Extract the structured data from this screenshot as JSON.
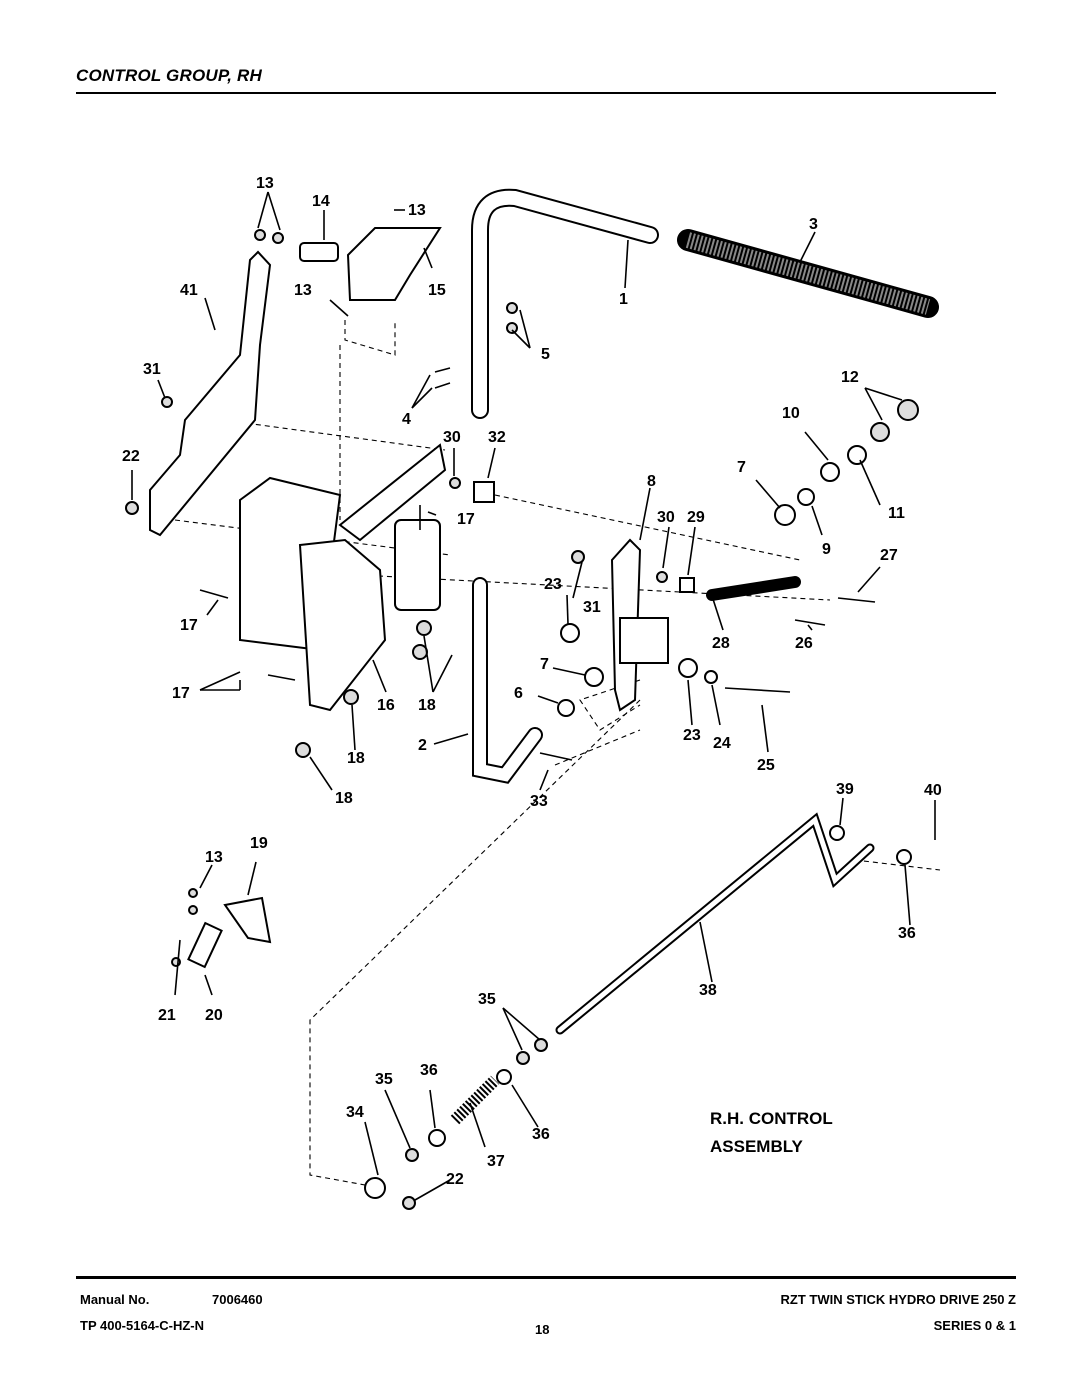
{
  "header": {
    "title": "CONTROL GROUP, RH"
  },
  "diagram": {
    "assembly_label_line1": "R.H. CONTROL",
    "assembly_label_line2": "ASSEMBLY",
    "callouts": [
      "13",
      "14",
      "13",
      "3",
      "41",
      "13",
      "15",
      "1",
      "5",
      "31",
      "4",
      "12",
      "10",
      "22",
      "30",
      "32",
      "8",
      "7",
      "30",
      "29",
      "11",
      "9",
      "27",
      "17",
      "23",
      "31",
      "17",
      "28",
      "26",
      "7",
      "17",
      "16",
      "18",
      "6",
      "23",
      "24",
      "25",
      "2",
      "18",
      "18",
      "33",
      "39",
      "40",
      "13",
      "19",
      "36",
      "38",
      "21",
      "20",
      "35",
      "35",
      "36",
      "36",
      "34",
      "37",
      "22"
    ]
  },
  "footer": {
    "manual_label": "Manual No.",
    "manual_number": "7006460",
    "tp": "TP 400-5164-C-HZ-N",
    "page": "18",
    "product": "RZT TWIN STICK HYDRO DRIVE 250 Z",
    "series": "SERIES 0 & 1"
  }
}
